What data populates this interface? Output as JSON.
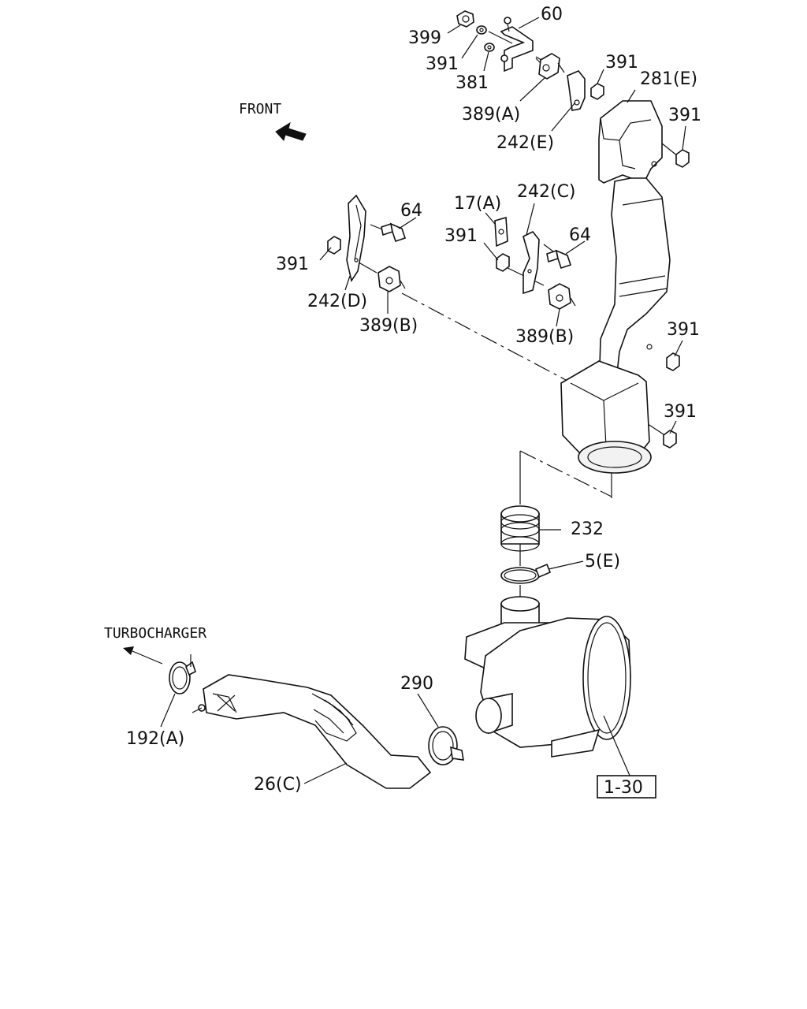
{
  "notes": {
    "front": "FRONT",
    "turbocharger": "TURBOCHARGER"
  },
  "labels": {
    "p399": "399",
    "p60": "60",
    "p391_a": "391",
    "p381": "381",
    "p391_b": "391",
    "p389a": "389(A)",
    "p281e": "281(E)",
    "p391_c": "391",
    "p242e": "242(E)",
    "p17a": "17(A)",
    "p242c": "242(C)",
    "p64_a": "64",
    "p64_b": "64",
    "p391_d": "391",
    "p391_e": "391",
    "p242d": "242(D)",
    "p389b_a": "389(B)",
    "p389b_b": "389(B)",
    "p391_f": "391",
    "p391_g": "391",
    "p232": "232",
    "p5e": "5(E)",
    "p290": "290",
    "p192a": "192(A)",
    "p26c": "26(C)",
    "ref": "1-30"
  }
}
